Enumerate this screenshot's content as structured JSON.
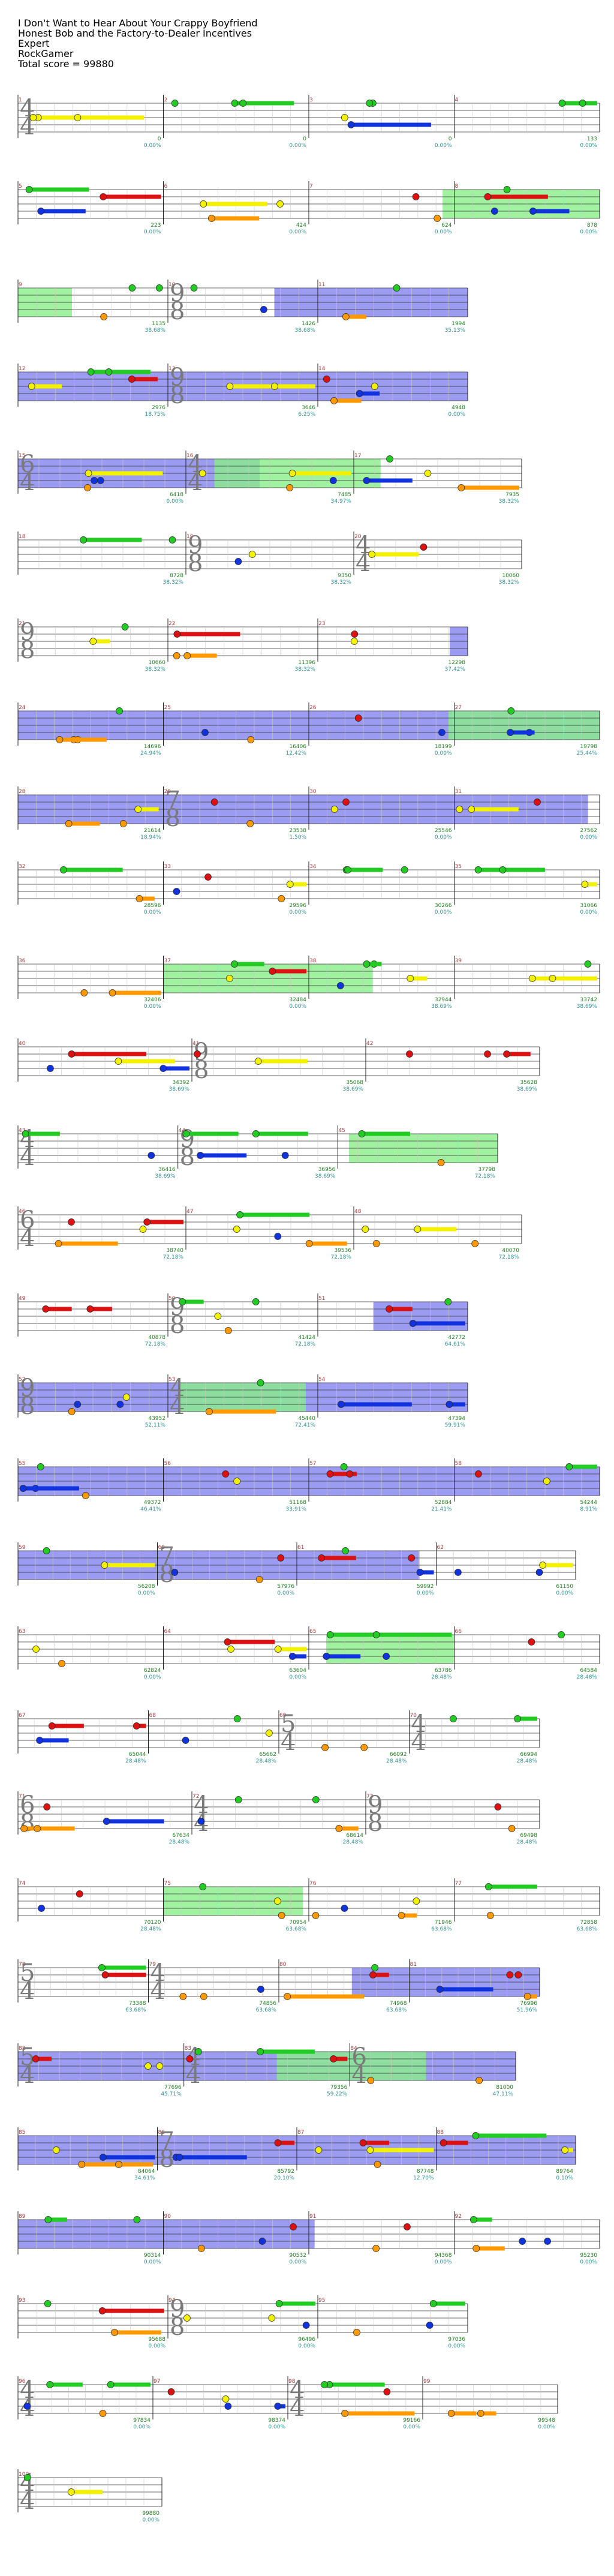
{
  "song": {
    "title": "I Don't Want to Hear About Your Crappy Boyfriend",
    "artist": "Honest Bob and the Factory-to-Dealer Incentives",
    "difficulty": "Expert",
    "player": "RockGamer",
    "total_score": "Total score = 99880"
  },
  "colors": {
    "green": "#22cc22",
    "red": "#dd1111",
    "yellow": "#f2f200",
    "blue": "#1133dd",
    "orange": "#ff9900",
    "star_phrase": "#7a7aee",
    "overdrive": "#88ee88",
    "measure_label": "#a33a3a",
    "score_text": "#1e7f1e",
    "percent_text": "#2f8f8f"
  },
  "rows": [
    {
      "measures": [
        {
          "n": "1",
          "ts": "4/4",
          "score": "0",
          "pct": "0.00%"
        },
        {
          "n": "2",
          "score": "0",
          "pct": "0.00%"
        },
        {
          "n": "3",
          "score": "0",
          "pct": "0.00%"
        },
        {
          "n": "4",
          "score": "133",
          "pct": "0.00%"
        }
      ],
      "star": [],
      "od": []
    },
    {
      "measures": [
        {
          "n": "5",
          "score": "223",
          "pct": "0.00%"
        },
        {
          "n": "6",
          "score": "424",
          "pct": "0.00%"
        },
        {
          "n": "7",
          "score": "624",
          "pct": "0.00%"
        },
        {
          "n": "8",
          "score": "878",
          "pct": "0.00%"
        }
      ],
      "star": [],
      "od": [
        [
          0.73,
          1.0
        ]
      ]
    },
    {
      "measures": [
        {
          "n": "9",
          "score": "1135",
          "pct": "38.68%"
        },
        {
          "n": "10",
          "ts": "9/8",
          "score": "1426",
          "pct": "38.68%"
        },
        {
          "n": "11",
          "score": "1994",
          "pct": "35.13%"
        }
      ],
      "star": [
        [
          0.57,
          1.0
        ]
      ],
      "od": [
        [
          0.0,
          0.12
        ]
      ]
    },
    {
      "measures": [
        {
          "n": "12",
          "score": "2976",
          "pct": "18.75%"
        },
        {
          "n": "13",
          "ts": "9/8",
          "score": "3646",
          "pct": "6.25%"
        },
        {
          "n": "14",
          "score": "4948",
          "pct": "0.00%"
        }
      ],
      "star": [
        [
          0.0,
          1.0
        ]
      ],
      "od": []
    },
    {
      "measures": [
        {
          "n": "15",
          "ts": "6/4",
          "score": "6418",
          "pct": "0.00%"
        },
        {
          "n": "16",
          "ts": "4/4",
          "score": "7485",
          "pct": "34.97%"
        },
        {
          "n": "17",
          "score": "7935",
          "pct": "38.32%"
        }
      ],
      "star": [
        [
          0.0,
          0.48
        ]
      ],
      "od": [
        [
          0.39,
          0.72
        ]
      ]
    },
    {
      "measures": [
        {
          "n": "18",
          "score": "8728",
          "pct": "38.32%"
        },
        {
          "n": "19",
          "ts": "9/8",
          "score": "9350",
          "pct": "38.32%"
        },
        {
          "n": "20",
          "ts": "4/4",
          "score": "10060",
          "pct": "38.32%"
        }
      ],
      "star": [],
      "od": []
    },
    {
      "measures": [
        {
          "n": "21",
          "ts": "9/8",
          "score": "10660",
          "pct": "38.32%"
        },
        {
          "n": "22",
          "score": "11396",
          "pct": "38.32%"
        },
        {
          "n": "23",
          "score": "12298",
          "pct": "37.42%"
        }
      ],
      "star": [
        [
          0.96,
          1.0
        ]
      ],
      "od": []
    },
    {
      "measures": [
        {
          "n": "24",
          "score": "14696",
          "pct": "24.94%"
        },
        {
          "n": "25",
          "score": "16406",
          "pct": "12.42%"
        },
        {
          "n": "26",
          "score": "18199",
          "pct": "0.00%"
        },
        {
          "n": "27",
          "score": "19798",
          "pct": "25.44%"
        }
      ],
      "star": [
        [
          0.0,
          1.0
        ]
      ],
      "od": [
        [
          0.74,
          1.0
        ]
      ]
    },
    {
      "measures": [
        {
          "n": "28",
          "score": "21614",
          "pct": "18.94%"
        },
        {
          "n": "29",
          "ts": "7/8",
          "score": "23538",
          "pct": "1.50%"
        },
        {
          "n": "30",
          "score": "25546",
          "pct": "0.00%"
        },
        {
          "n": "31",
          "score": "27562",
          "pct": "0.00%"
        }
      ],
      "star": [
        [
          0.0,
          0.98
        ]
      ],
      "od": []
    },
    {
      "measures": [
        {
          "n": "32",
          "score": "28596",
          "pct": "0.00%"
        },
        {
          "n": "33",
          "score": "29596",
          "pct": "0.00%"
        },
        {
          "n": "34",
          "score": "30266",
          "pct": "0.00%"
        },
        {
          "n": "35",
          "score": "31066",
          "pct": "0.00%"
        }
      ],
      "star": [],
      "od": []
    },
    {
      "measures": [
        {
          "n": "36",
          "score": "32406",
          "pct": "0.00%"
        },
        {
          "n": "37",
          "score": "32484",
          "pct": "0.00%"
        },
        {
          "n": "38",
          "score": "32944",
          "pct": "38.69%"
        },
        {
          "n": "39",
          "score": "33742",
          "pct": "38.69%"
        }
      ],
      "star": [],
      "od": [
        [
          0.25,
          0.61
        ]
      ]
    },
    {
      "measures": [
        {
          "n": "40",
          "score": "34392",
          "pct": "38.69%"
        },
        {
          "n": "41",
          "ts": "9/8",
          "score": "35068",
          "pct": "38.69%"
        },
        {
          "n": "42",
          "score": "35628",
          "pct": "38.69%"
        }
      ],
      "star": [],
      "od": []
    },
    {
      "measures": [
        {
          "n": "43",
          "ts": "4/4",
          "score": "36416",
          "pct": "38.69%"
        },
        {
          "n": "44",
          "ts": "9/8",
          "score": "36956",
          "pct": "38.69%"
        },
        {
          "n": "45",
          "score": "37798",
          "pct": "72.18%"
        }
      ],
      "star": [],
      "od": [
        [
          0.69,
          1.0
        ]
      ]
    },
    {
      "measures": [
        {
          "n": "46",
          "ts": "6/4",
          "score": "38740",
          "pct": "72.18%"
        },
        {
          "n": "47",
          "score": "39536",
          "pct": "72.18%"
        },
        {
          "n": "48",
          "score": "40070",
          "pct": "72.18%"
        }
      ],
      "star": [],
      "od": []
    },
    {
      "measures": [
        {
          "n": "49",
          "score": "40878",
          "pct": "72.18%"
        },
        {
          "n": "50",
          "ts": "9/8",
          "score": "41424",
          "pct": "72.18%"
        },
        {
          "n": "51",
          "score": "42772",
          "pct": "64.61%"
        }
      ],
      "star": [
        [
          0.79,
          1.0
        ]
      ],
      "od": []
    },
    {
      "measures": [
        {
          "n": "52",
          "ts": "9/8",
          "score": "43952",
          "pct": "52.11%"
        },
        {
          "n": "53",
          "ts": "4/4",
          "score": "45440",
          "pct": "72.41%"
        },
        {
          "n": "54",
          "score": "47394",
          "pct": "59.91%"
        }
      ],
      "star": [
        [
          0.0,
          1.0
        ]
      ],
      "od": [
        [
          0.36,
          0.64
        ]
      ]
    },
    {
      "measures": [
        {
          "n": "55",
          "score": "49372",
          "pct": "46.41%"
        },
        {
          "n": "56",
          "score": "51168",
          "pct": "33.91%"
        },
        {
          "n": "57",
          "score": "52884",
          "pct": "21.41%"
        },
        {
          "n": "58",
          "score": "54244",
          "pct": "8.91%"
        }
      ],
      "star": [
        [
          0.0,
          1.0
        ]
      ],
      "od": []
    },
    {
      "measures": [
        {
          "n": "59",
          "score": "56208",
          "pct": "0.00%"
        },
        {
          "n": "60",
          "ts": "7/8",
          "score": "57976",
          "pct": "0.00%"
        },
        {
          "n": "61",
          "score": "59992",
          "pct": "0.00%"
        },
        {
          "n": "62",
          "score": "61150",
          "pct": "0.00%"
        }
      ],
      "star": [
        [
          0.0,
          0.72
        ]
      ],
      "od": []
    },
    {
      "measures": [
        {
          "n": "63",
          "score": "62824",
          "pct": "0.00%"
        },
        {
          "n": "64",
          "score": "63604",
          "pct": "0.00%"
        },
        {
          "n": "65",
          "score": "63786",
          "pct": "28.48%"
        },
        {
          "n": "66",
          "score": "64584",
          "pct": "28.48%"
        }
      ],
      "star": [],
      "od": [
        [
          0.53,
          0.75
        ]
      ]
    },
    {
      "measures": [
        {
          "n": "67",
          "score": "65044",
          "pct": "28.48%"
        },
        {
          "n": "68",
          "score": "65662",
          "pct": "28.48%"
        },
        {
          "n": "69",
          "ts": "5/4",
          "score": "66092",
          "pct": "28.48%"
        },
        {
          "n": "70",
          "ts": "4/4",
          "score": "66994",
          "pct": "28.48%"
        }
      ],
      "star": [],
      "od": []
    },
    {
      "measures": [
        {
          "n": "71",
          "ts": "6/8",
          "score": "67634",
          "pct": "28.48%"
        },
        {
          "n": "72",
          "ts": "4/4",
          "score": "68614",
          "pct": "28.48%"
        },
        {
          "n": "73",
          "ts": "9/8",
          "score": "69498",
          "pct": "28.48%"
        }
      ],
      "star": [],
      "od": []
    },
    {
      "measures": [
        {
          "n": "74",
          "score": "70120",
          "pct": "28.48%"
        },
        {
          "n": "75",
          "score": "70954",
          "pct": "63.68%"
        },
        {
          "n": "76",
          "score": "71946",
          "pct": "63.68%"
        },
        {
          "n": "77",
          "score": "72858",
          "pct": "63.68%"
        }
      ],
      "star": [],
      "od": [
        [
          0.25,
          0.49
        ]
      ]
    },
    {
      "measures": [
        {
          "n": "78",
          "ts": "5/4",
          "score": "73388",
          "pct": "63.68%"
        },
        {
          "n": "79",
          "ts": "4/4",
          "score": "74856",
          "pct": "63.68%"
        },
        {
          "n": "80",
          "score": "74968",
          "pct": "63.68%"
        },
        {
          "n": "81",
          "score": "76996",
          "pct": "51.96%"
        }
      ],
      "star": [
        [
          0.64,
          1.0
        ]
      ],
      "od": []
    },
    {
      "measures": [
        {
          "n": "82",
          "ts": "5/4",
          "score": "77696",
          "pct": "45.71%"
        },
        {
          "n": "83",
          "ts": "4/4",
          "score": "79356",
          "pct": "59.22%"
        },
        {
          "n": "84",
          "ts": "6/4",
          "score": "81000",
          "pct": "47.11%"
        }
      ],
      "star": [
        [
          0.0,
          1.0
        ]
      ],
      "od": [
        [
          0.52,
          0.82
        ]
      ]
    },
    {
      "measures": [
        {
          "n": "85",
          "score": "84064",
          "pct": "34.61%"
        },
        {
          "n": "86",
          "ts": "7/8",
          "score": "85792",
          "pct": "20.10%"
        },
        {
          "n": "87",
          "score": "87748",
          "pct": "12.70%"
        },
        {
          "n": "88",
          "score": "89764",
          "pct": "0.10%"
        }
      ],
      "star": [
        [
          0.0,
          1.0
        ]
      ],
      "od": []
    },
    {
      "measures": [
        {
          "n": "89",
          "score": "90314",
          "pct": "0.00%"
        },
        {
          "n": "90",
          "score": "90532",
          "pct": "0.00%"
        },
        {
          "n": "91",
          "score": "94368",
          "pct": "0.00%"
        },
        {
          "n": "92",
          "score": "95230",
          "pct": "0.00%"
        }
      ],
      "star": [
        [
          0.0,
          0.51
        ]
      ],
      "od": []
    },
    {
      "measures": [
        {
          "n": "93",
          "score": "95688",
          "pct": "0.00%"
        },
        {
          "n": "94",
          "ts": "9/8",
          "score": "96496",
          "pct": "0.00%"
        },
        {
          "n": "95",
          "score": "97036",
          "pct": "0.00%"
        }
      ],
      "star": [],
      "od": []
    },
    {
      "measures": [
        {
          "n": "96",
          "ts": "4/4",
          "score": "97834",
          "pct": "0.00%"
        },
        {
          "n": "97",
          "score": "98374",
          "pct": "0.00%"
        },
        {
          "n": "98",
          "ts": "4/4",
          "score": "99166",
          "pct": "0.00%"
        },
        {
          "n": "99",
          "score": "99548",
          "pct": "0.00%"
        }
      ],
      "star": [],
      "od": []
    },
    {
      "measures": [
        {
          "n": "100",
          "ts": "4/4",
          "score": "99880",
          "pct": "0.00%"
        }
      ],
      "star": [],
      "od": []
    }
  ]
}
